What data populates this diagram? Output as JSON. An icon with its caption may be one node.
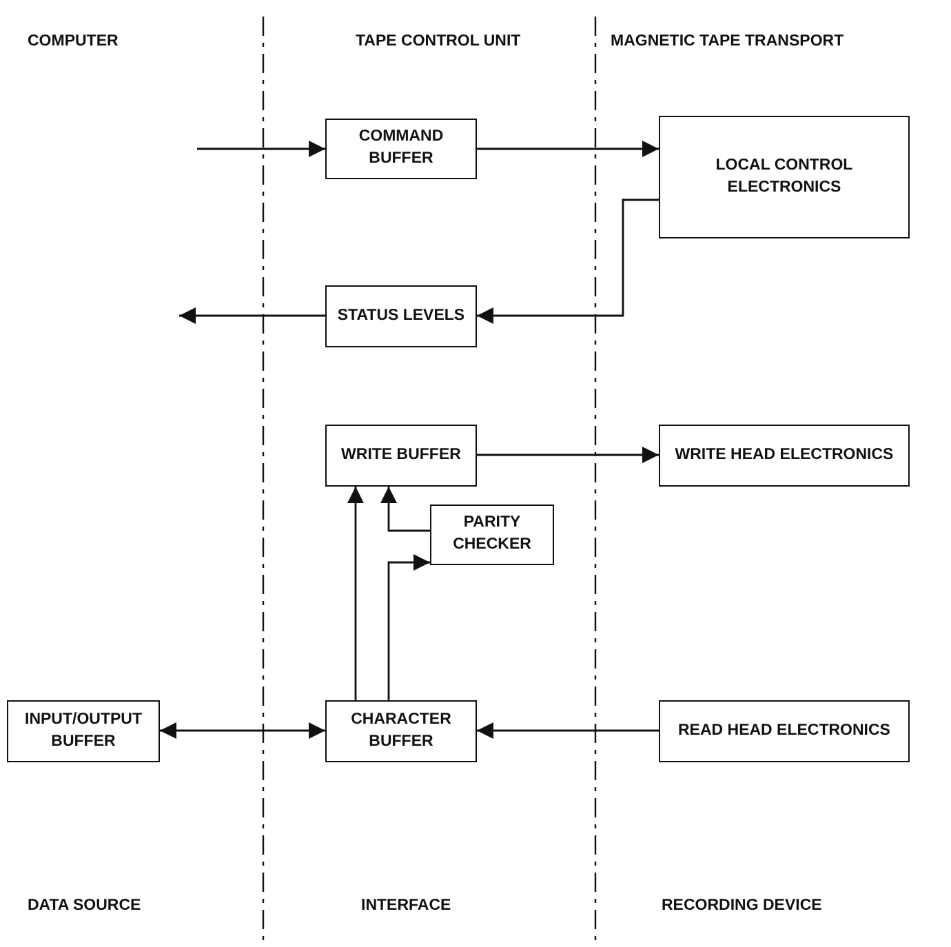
{
  "diagram": {
    "nodes": [
      {
        "text": [
          "COMMAND BUFFER"
        ]
      },
      {
        "text": [
          "LOCAL CONTROL ELECTRONICS"
        ]
      },
      {
        "text": [
          "STATUS LEVELS"
        ]
      },
      {
        "text": [
          "WRITE BUFFER"
        ]
      },
      {
        "text": [
          "WRITE HEAD ELECTRONICS"
        ]
      },
      {
        "text": [
          "PARITY CHECKER"
        ]
      },
      {
        "text": [
          "INPUT/OUTPUT BUFFER"
        ]
      },
      {
        "text": [
          "CHARACTER BUFFER"
        ]
      },
      {
        "text": [
          "READ HEAD ELECTRONICS"
        ]
      }
    ],
    "edges": [
      {
        "from": null,
        "to": 0,
        "arrow": "to"
      },
      {
        "from": 0,
        "to": 1,
        "arrow": "to"
      },
      {
        "from": 1,
        "to": 2,
        "arrow": "to"
      },
      {
        "from": 2,
        "to": null,
        "arrow": "to"
      },
      {
        "from": 3,
        "to": 4,
        "arrow": "to"
      },
      {
        "from": 7,
        "to": 3,
        "arrow": "to"
      },
      {
        "from": 5,
        "to": 3,
        "arrow": "to"
      },
      {
        "from": 7,
        "to": 5,
        "arrow": "to"
      },
      {
        "from": 6,
        "to": 7,
        "arrow": "both"
      },
      {
        "from": 8,
        "to": 7,
        "arrow": "to"
      }
    ],
    "labels": [
      "COMPUTER",
      "TAPE CONTROL UNIT",
      "MAGNETIC TAPE TRANSPORT",
      "DATA SOURCE",
      "INTERFACE",
      "RECORDING DEVICE"
    ]
  }
}
